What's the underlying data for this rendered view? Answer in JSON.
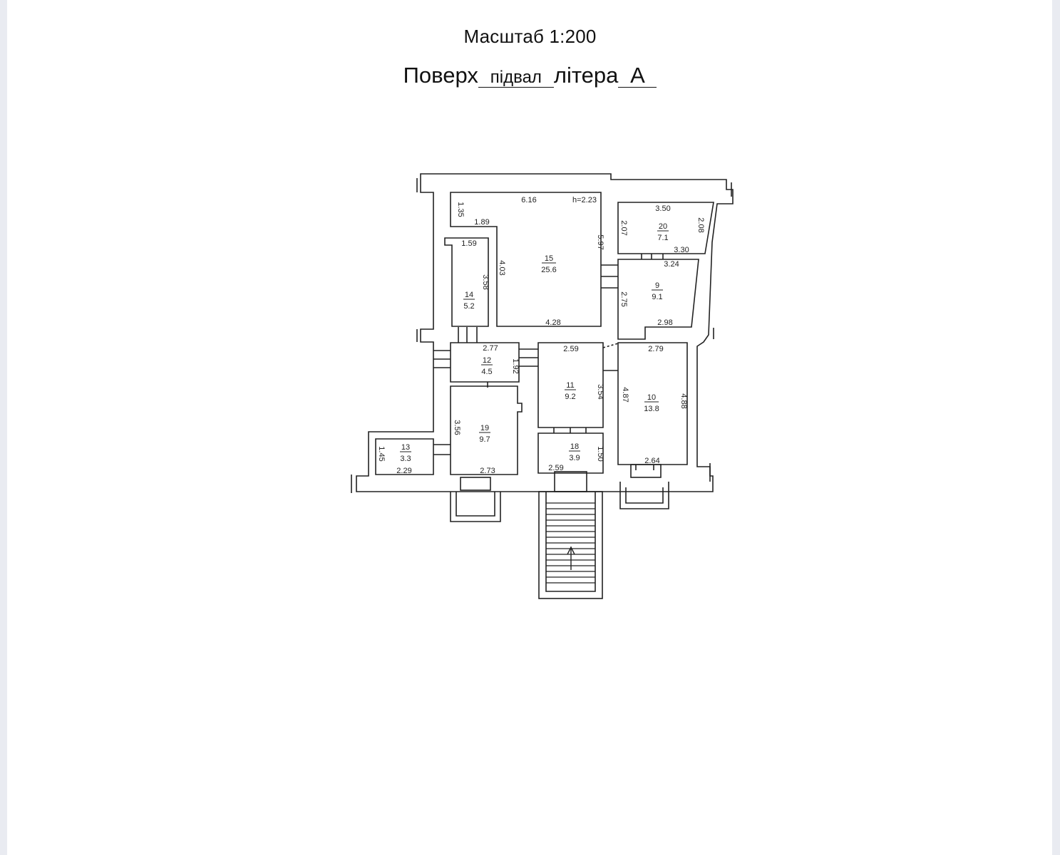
{
  "header": {
    "scale_text": "Масштаб 1:200",
    "floor_prefix": "Поверх",
    "floor_value": "підвал",
    "letter_label": "літера",
    "letter_value": "А"
  },
  "rooms": [
    {
      "number": "15",
      "area": "25.6"
    },
    {
      "number": "14",
      "area": "5.2"
    },
    {
      "number": "20",
      "area": "7.1"
    },
    {
      "number": "9",
      "area": "9.1"
    },
    {
      "number": "12",
      "area": "4.5"
    },
    {
      "number": "11",
      "area": "9.2"
    },
    {
      "number": "10",
      "area": "13.8"
    },
    {
      "number": "19",
      "area": "9.7"
    },
    {
      "number": "18",
      "area": "3.9"
    },
    {
      "number": "13",
      "area": "3.3"
    }
  ],
  "dimensions": {
    "d_6_16": "6.16",
    "d_h": "h=2.23",
    "d_1_35": "1.35",
    "d_1_89": "1.89",
    "d_5_97": "5.97",
    "d_4_03": "4.03",
    "d_4_28": "4.28",
    "d_1_59": "1.59",
    "d_3_58": "3.58",
    "d_3_50": "3.50",
    "d_2_07": "2.07",
    "d_2_08": "2.08",
    "d_3_30": "3.30",
    "d_3_24": "3.24",
    "d_2_75": "2.75",
    "d_2_98": "2.98",
    "d_2_77": "2.77",
    "d_1_92": "1.92",
    "d_2_59a": "2.59",
    "d_3_54": "3.54",
    "d_2_79": "2.79",
    "d_4_87": "4.87",
    "d_4_88": "4.88",
    "d_2_64": "2.64",
    "d_3_56": "3.56",
    "d_2_73": "2.73",
    "d_1_50": "1.50",
    "d_2_59b": "2.59",
    "d_1_45": "1.45",
    "d_2_29": "2.29"
  }
}
